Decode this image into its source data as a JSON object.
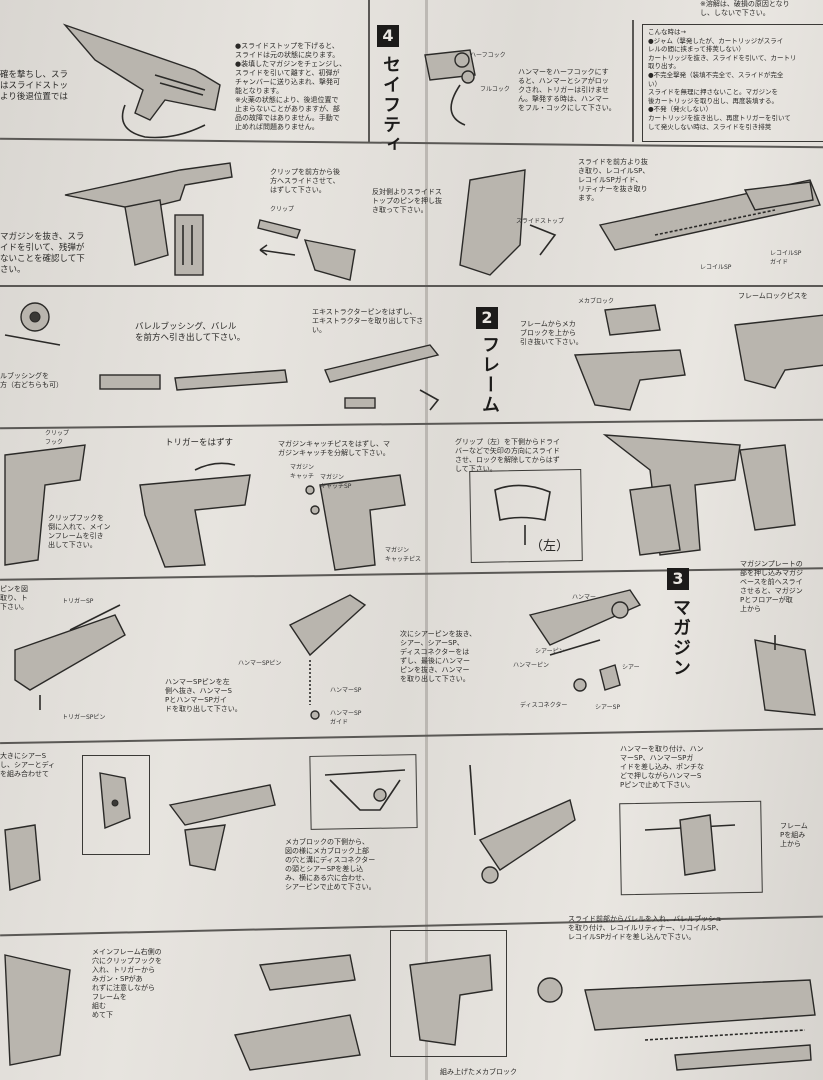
{
  "sections": {
    "safety": {
      "number": "4",
      "title": "セイフティ"
    },
    "frame": {
      "number": "2",
      "title": "フレーム"
    },
    "magazine": {
      "number": "3",
      "title": "マガジン"
    }
  },
  "texts": {
    "t_top_right": "※溶解は、破損の原因となり\nし、しないで下さい。",
    "t_top_left": "確を撃ちし、スラ\nはスライドストッ\nより後退位置では",
    "t_slide_stop": "●スライドストップを下げると、\nスライドは元の状態に戻ります。\n●装填したマガジンをチェンジし、\nスライドを引いて離すと、初弾が\nチャンバーに送り込まれ、撃発可\n能となります。\n※火薬の状態により、後退位置で\n止まらないことがありますが、部\n品の故障ではありません。手動で\n止めれば問題ありません。",
    "t_hammer_half": "ハンマーをハーフコックにす\nると、ハンマーとシアがロッ\nクされ、トリガーは引けませ\nん。撃発する時は、ハンマー\nをフル・コックにして下さい。",
    "t_box_right": "こんな時は→\n●ジャム（撃発したが、カートリッジがスライ\nレルの間に挟まって排莢しない）\nカートリッジを抜き、スライドを引いて、カートリ\n取り出す。\n●不完全撃発（装填不完全で、スライドが完全\nい）\nスライドを無理に押さないこと。マガジンを\n後カートリッジを取り出し、再度装填する。\n●不発（発火しない）\nカートリッジを抜き出し、再度トリガーを引いて\nして発火しない時は、スライドを引き排莢",
    "t_magazine_remove": "マガジンを抜き、スラ\nイドを引いて、残弾が\nないことを確認して下\nさい。",
    "t_grip_remove": "クリップを前方から後\n方へスライドさせて、\nはずして下さい。",
    "t_pin_push": "反対側よりスライドス\nトップのピンを押し抜\nき取って下さい。",
    "t_slide_forward": "スライドを前方より抜\nき取り、レコイルSP、\nレコイルSPガイド、\nリティナーを抜き取り\nます。",
    "t_barrel": "バレルブッシング、バレル\nを前方へ引き出して下さい。",
    "t_extractor": "エキストラクターピンをはずし、\nエキストラクターを取り出して下さ\nい。",
    "t_mecha_block": "フレームからメカ\nブロックを上から\n引き抜いて下さい。",
    "t_frame_lock": "フレームロックピスを",
    "t_bushing_left": "ルブッシングを\n方（右どちらも可）",
    "t_grip_hook": "クリップフックを\n倒に入れて、メイン\nンフレームを引き\n出して下さい。",
    "t_trigger": "トリガーをはずす",
    "t_mag_catch": "マガジンキャッチピスをはずし、マ\nガジンキャッチを分解して下さい。",
    "t_grip_left": "グリップ（左）を下側からドライ\nバーなどで矢印の方向にスライド\nさせ、ロックを解除してからはず\nして下さい。",
    "t_left_label": "（左）",
    "t_mag_plate": "マガジンプレートの\n部を押し込みマガジ\nベースを前へスライ\nさせると、マガジン\nPとフロアーが取\n上から",
    "t_pin_left": "ピンを図\n取り、ト\n下さい。",
    "t_hammer_sp": "ハンマーSPピンを左\n側へ抜き、ハンマーS\nPとハンマーSPガイ\nドを取り出して下さい。",
    "t_sear_pin": "次にシアーピンを抜き、\nシアー、シアーSP、\nディスコネクターをは\nずし、最後にハンマー\nピンを抜き、ハンマー\nを取り出して下さい。",
    "t_hammer_attach": "ハンマーを取り付け、ハン\nマーSP、ハンマーSPガ\nイドを差し込み、ポンチな\nどで押しながらハンマーS\nPピンで止めて下さい。",
    "t_sear_fit": "大きにシアーS\nし、シアーとディ\nを組み合わせて",
    "t_mecha_fit": "メカブロックの下側から、\n図の様にメカブロック上部\nの穴と溝にディスコネクター\nの頭とシアーSPを差し込\nみ、横にある穴に合わせ、\nシアーピンで止めて下さい。",
    "t_frame_p": "フレーム\nPを組み\n上から",
    "t_mainframe": "メインフレーム右側の\n穴にクリップフックを\n入れ、トリガーから\nみガン・SPがあ\nれずに注意しながら\nフレームを\n組む\nめて下",
    "t_slide_front": "スライド前部からバレルを入れ、バレルブッシュ\nを取り付け、レコイルリティナー、リコイルSP、\nレコイルSPガイドを差し込んで下さい。",
    "t_bottom": "組み上げたメカブロック"
  },
  "labels": {
    "l_halfcock": "ハーフコック",
    "l_fullcock": "フルコック",
    "l_grip": "クリップ",
    "l_slide_stop": "スライドストップ",
    "l_recoil_sp": "レコイルSP",
    "l_recoil_guide": "レコイルSP\nガイド",
    "l_mecha": "メカブロック",
    "l_hammer_sp": "ハンマーSP",
    "l_hammer_sp_pin": "ハンマーSPピン",
    "l_hammer_guide": "ハンマーSP\nガイド",
    "l_trigger_sp": "トリガーSP",
    "l_trigger_pin": "トリガーSPピン",
    "l_hammer": "ハンマー",
    "l_sear": "シアー",
    "l_sear_pin": "シアーピン",
    "l_hammer_pin": "ハンマーピン",
    "l_sear_sp": "シアーSP",
    "l_disconnector": "ディスコネクター",
    "l_grip_hook": "クリップ\nフック",
    "l_mag_catch": "マガジン\nキャッチ",
    "l_mag_catch_sp": "マガジン\nキャッチSP",
    "l_mag_catch_pin": "マガジン\nキャッチピス"
  }
}
